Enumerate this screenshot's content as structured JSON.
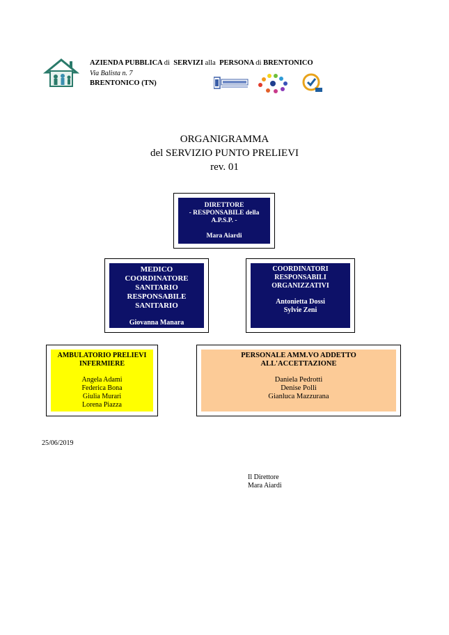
{
  "header": {
    "org_name_part1": "AZIENDA PUBBLICA",
    "org_name_di": "di",
    "org_name_part2": "SERVIZI",
    "org_name_alla": "alla",
    "org_name_part3": "PERSONA",
    "org_name_di2": "di",
    "org_name_part4": "BRENTONICO",
    "address": "Via Balista n. 7",
    "city": "BRENTONICO (TN)",
    "logo": "house-figures-logo",
    "certification_logos": [
      "quality-cert-logo",
      "ring-of-figures-logo",
      "iso-cert-logo"
    ]
  },
  "title": {
    "line1": "ORGANIGRAMMA",
    "line2": "del SERVIZIO PUNTO PRELIEVI",
    "line3": "rev. 01"
  },
  "boxes": {
    "director": {
      "line1": "DIRETTORE",
      "line2": "- RESPONSABILE della",
      "line3": "A.P.S.P. -",
      "name": "Mara Aiardi"
    },
    "medico": {
      "line1": "MEDICO",
      "line2": "COORDINATORE",
      "line3": "SANITARIO",
      "line4": "RESPONSABILE",
      "line5": "SANITARIO",
      "name": "Giovanna Manara"
    },
    "coordinatori": {
      "line1": "COORDINATORI",
      "line2": "RESPONSABILI",
      "line3": "ORGANIZZATIVI",
      "names": [
        "Antonietta Dossi",
        "Sylvie Zeni"
      ]
    },
    "ambulatorio": {
      "line1": "AMBULATORIO PRELIEVI",
      "line2": "INFERMIERE",
      "names": [
        "Angela Adami",
        "Federica Bona",
        "Giulia Murari",
        "Lorena Piazza"
      ]
    },
    "personale": {
      "line1": "PERSONALE AMM.VO ADDETTO",
      "line2": "ALL'ACCETTAZIONE",
      "names": [
        "Daniela Pedrotti",
        "Denise Polli",
        "Gianluca Mazzurana"
      ]
    }
  },
  "footer": {
    "date": "25/06/2019",
    "signature_role": "Il Direttore",
    "signature_name": "Mara Aiardi"
  },
  "colors": {
    "navy": "#0d1168",
    "yellow": "#ffff00",
    "peach": "#fccb97"
  }
}
